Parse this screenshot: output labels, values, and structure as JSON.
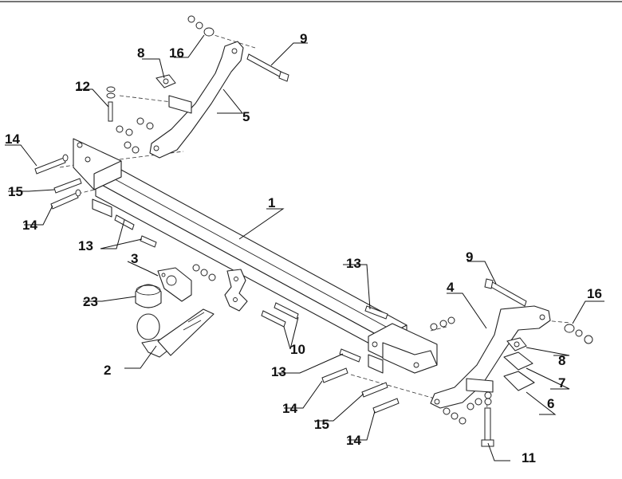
{
  "labels": {
    "l1": "1",
    "l2": "2",
    "l3": "3",
    "l4": "4",
    "l5": "5",
    "l6": "6",
    "l7": "7",
    "l8a": "8",
    "l8b": "8",
    "l9a": "9",
    "l9b": "9",
    "l10": "10",
    "l11": "11",
    "l12": "12",
    "l13a": "13",
    "l13b": "13",
    "l13c": "13",
    "l14a": "14",
    "l14b": "14",
    "l14c": "14",
    "l14d": "14",
    "l15a": "15",
    "l15b": "15",
    "l16a": "16",
    "l16b": "16",
    "l23": "23"
  }
}
